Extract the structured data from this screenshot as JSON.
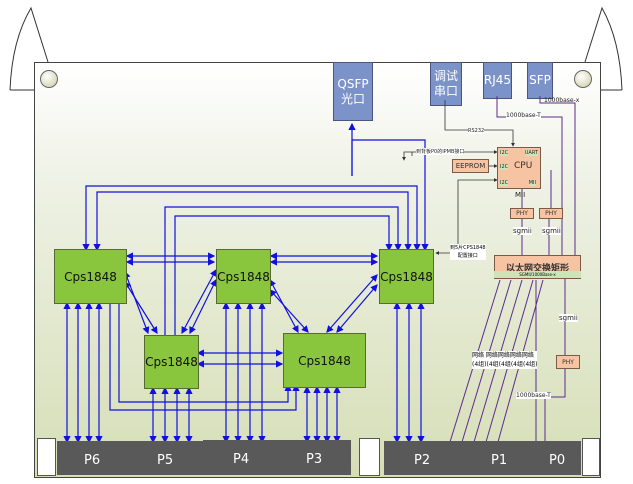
{
  "ports_top": {
    "qsfp": "QSFP\n光口",
    "qsfp_l1": "QSFP",
    "qsfp_l2": "光口",
    "debug_l1": "调试",
    "debug_l2": "串口",
    "rj45": "RJ45",
    "sfp": "SFP"
  },
  "labels": {
    "base_x": "1000base-x",
    "base_t_top": "1000base-T",
    "rs232": "RS232",
    "ipmb": "到背板P0的IPMB接口",
    "eeprom": "EEPROM",
    "cpu": "CPU",
    "i2c1": "I2C",
    "i2c2": "I2C",
    "i2c3": "I2C",
    "uart": "UART",
    "mii_pin": "MII",
    "mii": "MII",
    "phy1": "PHY",
    "phy2": "PHY",
    "phy3": "PHY",
    "sgmii1": "sgmii",
    "sgmii2": "sgmii",
    "sgmii3": "sgmii",
    "cps_cfg_l1": "到5片CPS1848",
    "cps_cfg_l2": "配置接口",
    "switch": "以太网交换矩形",
    "switch_sub": "SGMII/1000Base-x",
    "net_l1": "网络 网络网络网络网络",
    "net_l2": "(4组)(4组(4组(4组(4组)",
    "base_t_bottom": "1000base-T"
  },
  "chips": [
    "Cps1848",
    "Cps1848",
    "Cps1848",
    "Cps1848",
    "Cps1848"
  ],
  "connectors": [
    "P6",
    "P5",
    "P4",
    "P3",
    "P2",
    "P1",
    "P0"
  ]
}
